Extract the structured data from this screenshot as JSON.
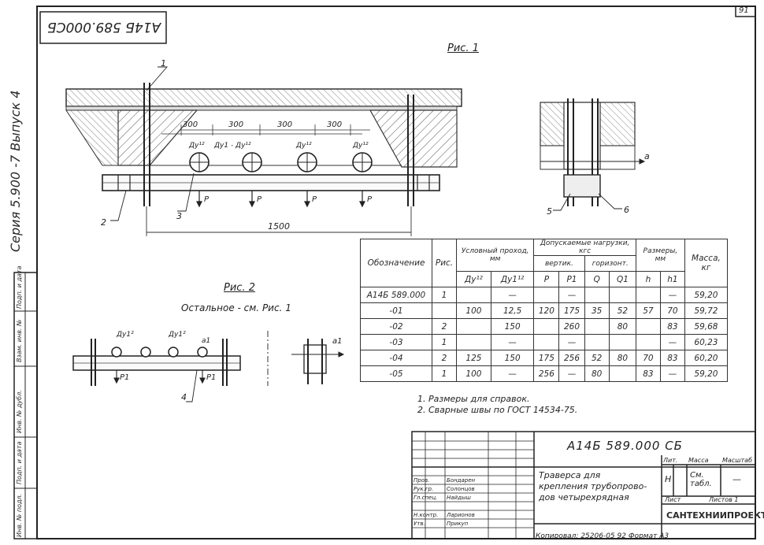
{
  "sheet": {
    "page_number": "91",
    "stamp_rotated": "А14Б 589.000СБ",
    "side_label": "Серия 5.900 -7   Выпуск 4"
  },
  "fig1": {
    "title": "Рис. 1",
    "dims": [
      "300",
      "300",
      "300",
      "300"
    ],
    "overall": "1500",
    "pipe_labels": [
      "Ду¹²",
      "Ду1 - Ду¹²",
      "Ду¹²",
      "Ду¹²"
    ],
    "p_labels": [
      "P",
      "P",
      "P",
      "P"
    ],
    "callouts": [
      "1",
      "2",
      "3"
    ],
    "side_callouts": [
      "5",
      "6"
    ],
    "side_arrow": "a"
  },
  "fig2": {
    "title": "Рис. 2",
    "subtitle": "Остальное - см. Рис. 1",
    "pipe_labels": [
      "Ду1²",
      "Ду1²",
      "а1"
    ],
    "p_labels": [
      "P1",
      "P1"
    ],
    "callouts": [
      "4"
    ],
    "side_arrow": "a1"
  },
  "spec_table": {
    "headers": {
      "designation": "Обозначение",
      "fig": "Рис.",
      "nominal": "Условный проход, мм",
      "loads": "Допускаемые нагрузки, кгс",
      "vert": "вертик.",
      "horiz": "горизонт.",
      "sizes": "Размеры, мм",
      "mass": "Масса, кг",
      "du": "Ду¹²",
      "du1": "Ду1¹²",
      "p": "P",
      "p1": "P1",
      "q": "Q",
      "q1": "Q1",
      "h": "h",
      "h1": "h1"
    },
    "rows": [
      [
        "А14Б 589.000",
        "1",
        "",
        "—",
        "",
        "—",
        "",
        "",
        "",
        "—",
        "59,20"
      ],
      [
        "-01",
        "",
        "100",
        "12,5",
        "120",
        "175",
        "35",
        "52",
        "57",
        "70",
        "59,72"
      ],
      [
        "-02",
        "2",
        "",
        "150",
        "",
        "260",
        "",
        "80",
        "",
        "83",
        "59,68"
      ],
      [
        "-03",
        "1",
        "",
        "—",
        "",
        "—",
        "",
        "",
        "",
        "—",
        "60,23"
      ],
      [
        "-04",
        "2",
        "125",
        "150",
        "175",
        "256",
        "52",
        "80",
        "70",
        "83",
        "60,20"
      ],
      [
        "-05",
        "1",
        "100",
        "—",
        "256",
        "—",
        "80",
        "",
        "83",
        "—",
        "59,20"
      ]
    ]
  },
  "notes": [
    "1. Размеры для справок.",
    "2. Сварные швы по ГОСТ 14534-75."
  ],
  "title_block": {
    "code": "А14Б 589.000 СБ",
    "name_lines": [
      "Траверса для",
      "крепления трубопрово-",
      "дов четырехрядная"
    ],
    "lit": "Лит.",
    "mass": "Масса",
    "scale": "Масштаб",
    "litera_value": "Н",
    "mass_value": "См. табл.",
    "scale_value": "—",
    "sheet": "Лист",
    "sheets": "Листов 1",
    "org": "САНТЕХНИИПРОЕКТ",
    "signers": [
      "Н.контр.",
      "Утв.",
      "Гл.спец.",
      "Рук.гр.",
      "Пров."
    ],
    "sign_names": [
      "Ларионов",
      "Прикуп",
      "Найдыш",
      "Солонцов",
      "Бондарен"
    ]
  },
  "footer": "Копировал: 25206-05  92  Формат А3",
  "left_stamps": [
    "Подп. и дата",
    "Взам. инв. №",
    "Инв. № дубл.",
    "Подп. и дата",
    "Инв. № подл."
  ]
}
